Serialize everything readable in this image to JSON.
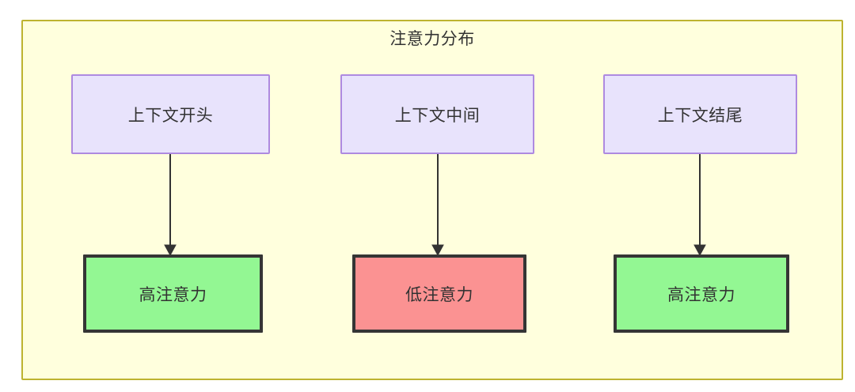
{
  "diagram": {
    "title": "注意力分布",
    "container": {
      "fill": "#ffffdd",
      "stroke": "#bdb330"
    },
    "nodes": {
      "sources": [
        {
          "id": "context-start",
          "label": "上下文开头",
          "fill": "#e8e3fc",
          "stroke": "#ae8ae0"
        },
        {
          "id": "context-middle",
          "label": "上下文中间",
          "fill": "#e8e3fc",
          "stroke": "#ae8ae0"
        },
        {
          "id": "context-end",
          "label": "上下文结尾",
          "fill": "#e8e3fc",
          "stroke": "#ae8ae0"
        }
      ],
      "targets": [
        {
          "id": "high-attention-start",
          "label": "高注意力",
          "fill": "#93f793",
          "stroke": "#353535"
        },
        {
          "id": "low-attention-middle",
          "label": "低注意力",
          "fill": "#fb9292",
          "stroke": "#353535"
        },
        {
          "id": "high-attention-end",
          "label": "高注意力",
          "fill": "#93f793",
          "stroke": "#353535"
        }
      ]
    },
    "edges": [
      {
        "from": "context-start",
        "to": "high-attention-start",
        "style": "solid-arrow",
        "color": "#333333"
      },
      {
        "from": "context-middle",
        "to": "low-attention-middle",
        "style": "solid-arrow",
        "color": "#333333"
      },
      {
        "from": "context-end",
        "to": "high-attention-end",
        "style": "solid-arrow",
        "color": "#333333"
      }
    ]
  }
}
